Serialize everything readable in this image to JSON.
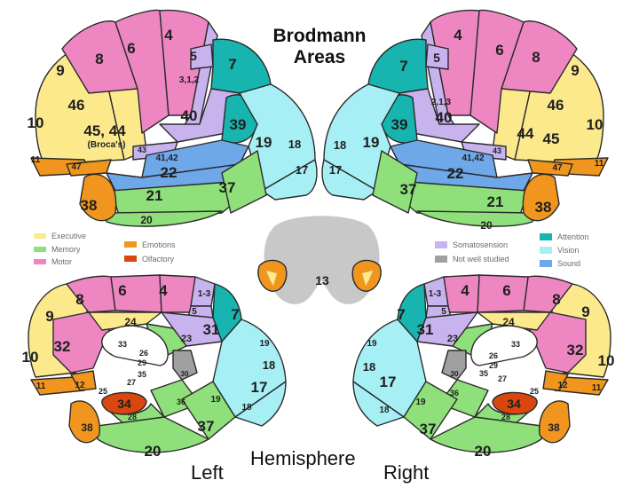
{
  "title_line1": "Brodmann",
  "title_line2": "Areas",
  "captions": {
    "left": "Left",
    "hemisphere": "Hemisphere",
    "right": "Right"
  },
  "colors": {
    "executive": "#fbe98c",
    "memory": "#8fe07a",
    "motor": "#ee86c2",
    "emotions": "#f0961e",
    "olfactory": "#d9460f",
    "somatosensory": "#c9b3ee",
    "not_well_studied": "#a0a0a0",
    "attention": "#17b4b0",
    "vision": "#a6f0f5",
    "sound": "#6ea8e8"
  },
  "legend_left": [
    {
      "label": "Executive",
      "color_key": "executive"
    },
    {
      "label": "Memory",
      "color_key": "memory"
    },
    {
      "label": "Motor",
      "color_key": "motor"
    },
    {
      "label": "Emotions",
      "color_key": "emotions"
    },
    {
      "label": "Olfactory",
      "color_key": "olfactory"
    }
  ],
  "legend_right": [
    {
      "label": "Somatosension",
      "color_key": "somatosensory"
    },
    {
      "label": "Not well studied",
      "color_key": "not_well_studied"
    },
    {
      "label": "Attention",
      "color_key": "attention"
    },
    {
      "label": "Vision",
      "color_key": "vision"
    },
    {
      "label": "Sound",
      "color_key": "sound"
    }
  ],
  "areas": {
    "a6": "6",
    "a4": "4",
    "a8": "8",
    "a5": "5",
    "a7": "7",
    "a9": "9",
    "a312": "3,1,2",
    "a213": "2,1,3",
    "a46": "46",
    "a40": "40",
    "a10": "10",
    "a4544": "45, 44",
    "a44": "44",
    "a45": "45",
    "broca": "(Broca's)",
    "a39": "39",
    "a19": "19",
    "a18": "18",
    "a17": "17",
    "a43": "43",
    "a4142": "41,42",
    "a22": "22",
    "a11": "11",
    "a47": "47",
    "a21": "21",
    "a37": "37",
    "a38": "38",
    "a20": "20",
    "a13": "13",
    "a13s": "1-3",
    "a24": "24",
    "a31": "31",
    "a23": "23",
    "a32": "32",
    "a33": "33",
    "a26": "26",
    "a29": "29",
    "a30": "30",
    "a27": "27",
    "a35": "35",
    "a12": "12",
    "a25": "25",
    "a34": "34",
    "a28": "28",
    "a36": "36"
  }
}
